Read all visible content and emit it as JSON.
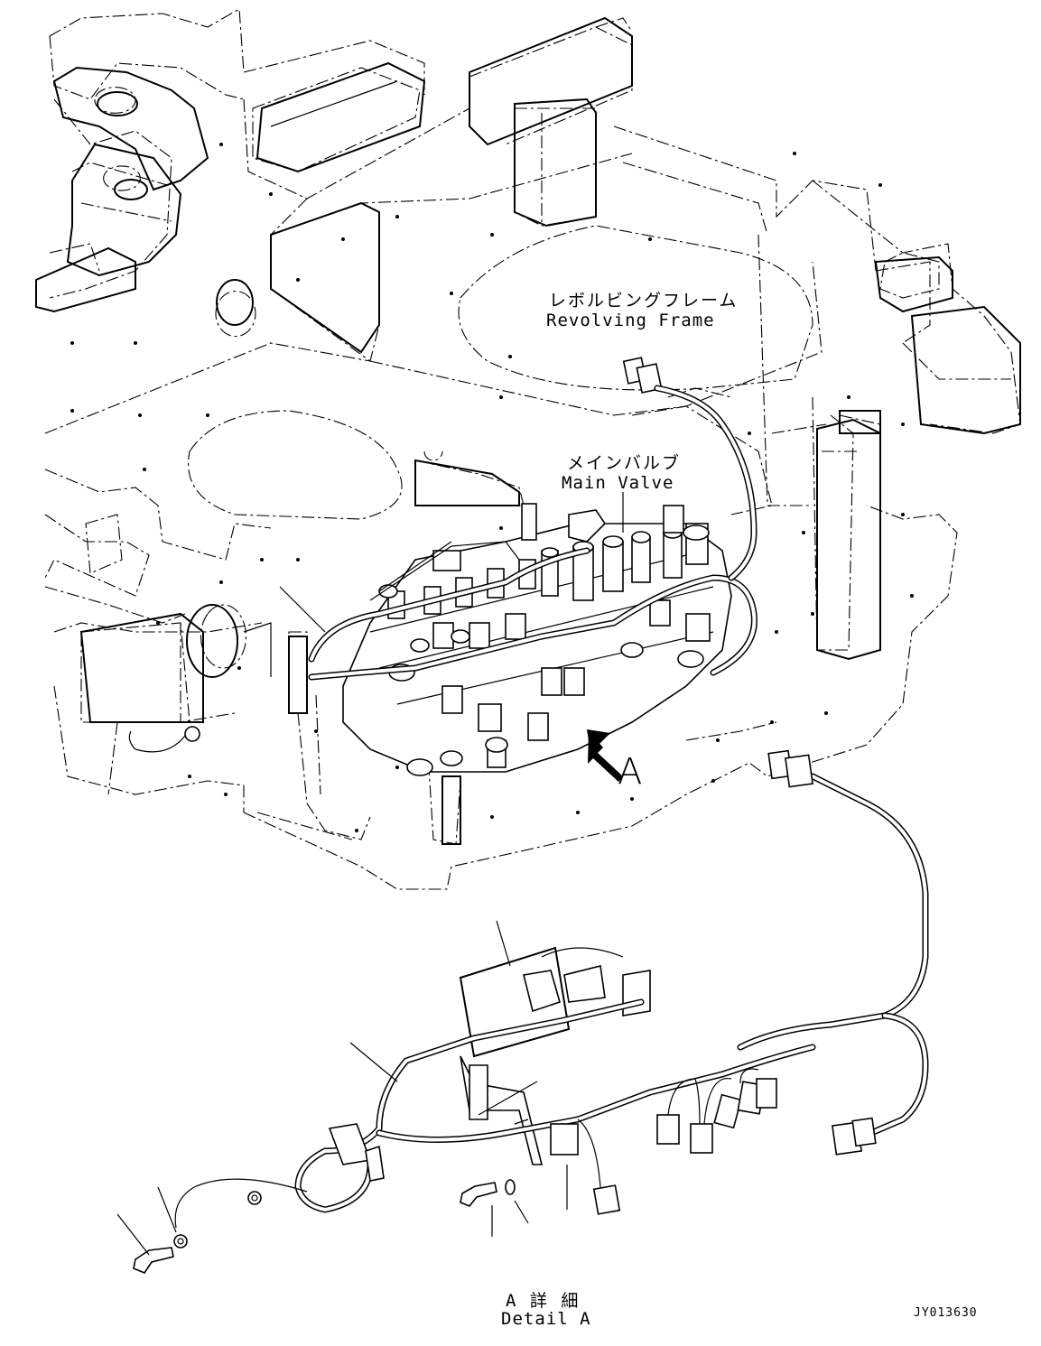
{
  "labels": {
    "frame_jp": "レボルビングフレーム",
    "frame_en": "Revolving Frame",
    "valve_jp": "メインバルブ",
    "valve_en": "Main Valve",
    "view_letter": "A",
    "detail_jp": "A 詳 細",
    "detail_en": "Detail A",
    "drawing_code": "JY013630"
  }
}
